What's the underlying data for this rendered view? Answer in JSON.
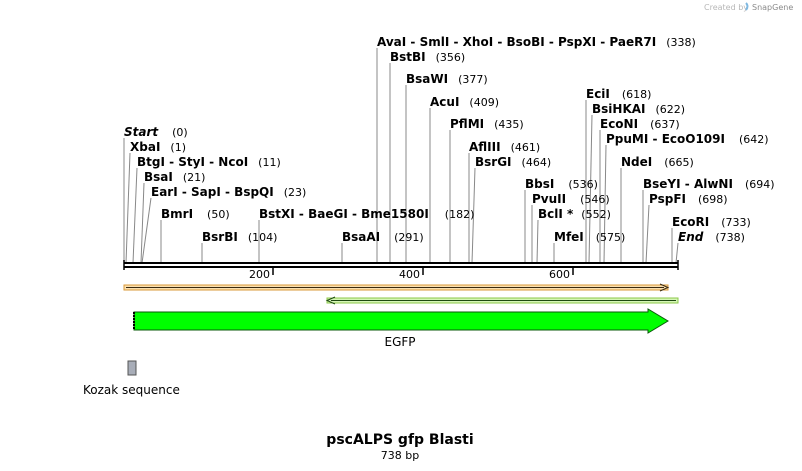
{
  "credit": {
    "created_by": "Created by",
    "brand": "SnapGene"
  },
  "plasmid": {
    "name": "pscALPS gfp Blasti",
    "length_label": "738 bp",
    "length": 738
  },
  "ruler": {
    "ticks": [
      {
        "value": 200,
        "label": "200"
      },
      {
        "value": 400,
        "label": "400"
      },
      {
        "value": 600,
        "label": "600"
      }
    ]
  },
  "features": [
    {
      "name": "EGFP",
      "type": "arrow",
      "color": "#00ff00"
    },
    {
      "name": "Kozak sequence",
      "type": "box",
      "color": "#a8adb8"
    }
  ],
  "sites": [
    {
      "names": [
        "AvaI",
        "SmlI",
        "XhoI",
        "BsoBI",
        "PspXI",
        "PaeR7I"
      ],
      "pos": 338,
      "pos_label": "(338)"
    },
    {
      "names": [
        "BstBI"
      ],
      "pos": 356,
      "pos_label": "(356)"
    },
    {
      "names": [
        "BsaWI"
      ],
      "pos": 377,
      "pos_label": "(377)"
    },
    {
      "names": [
        "AcuI"
      ],
      "pos": 409,
      "pos_label": "(409)"
    },
    {
      "names": [
        "PflMI"
      ],
      "pos": 435,
      "pos_label": "(435)"
    },
    {
      "names": [
        "AflIII"
      ],
      "pos": 461,
      "pos_label": "(461)"
    },
    {
      "names": [
        "BsrGI"
      ],
      "pos": 464,
      "pos_label": "(464)"
    },
    {
      "names": [
        "Start"
      ],
      "pos": 0,
      "pos_label": "(0)",
      "italic": true
    },
    {
      "names": [
        "XbaI"
      ],
      "pos": 1,
      "pos_label": "(1)"
    },
    {
      "names": [
        "BtgI",
        "StyI",
        "NcoI"
      ],
      "pos": 11,
      "pos_label": "(11)"
    },
    {
      "names": [
        "BsaI"
      ],
      "pos": 21,
      "pos_label": "(21)"
    },
    {
      "names": [
        "EarI",
        "SapI",
        "BspQI"
      ],
      "pos": 23,
      "pos_label": "(23)"
    },
    {
      "names": [
        "BmrI"
      ],
      "pos": 50,
      "pos_label": "(50)"
    },
    {
      "names": [
        "BstXI",
        "BaeGI",
        "Bme1580I"
      ],
      "pos": 182,
      "pos_label": "(182)"
    },
    {
      "names": [
        "BsrBI"
      ],
      "pos": 104,
      "pos_label": "(104)"
    },
    {
      "names": [
        "BsaAI"
      ],
      "pos": 291,
      "pos_label": "(291)"
    },
    {
      "names": [
        "EciI"
      ],
      "pos": 618,
      "pos_label": "(618)"
    },
    {
      "names": [
        "BsiHKAI"
      ],
      "pos": 622,
      "pos_label": "(622)"
    },
    {
      "names": [
        "EcoNI"
      ],
      "pos": 637,
      "pos_label": "(637)"
    },
    {
      "names": [
        "PpuMI",
        "EcoO109I"
      ],
      "pos": 642,
      "pos_label": "(642)"
    },
    {
      "names": [
        "NdeI"
      ],
      "pos": 665,
      "pos_label": "(665)"
    },
    {
      "names": [
        "BseYI",
        "AlwNI"
      ],
      "pos": 694,
      "pos_label": "(694)"
    },
    {
      "names": [
        "PspFI"
      ],
      "pos": 698,
      "pos_label": "(698)"
    },
    {
      "names": [
        "EcoRI"
      ],
      "pos": 733,
      "pos_label": "(733)"
    },
    {
      "names": [
        "End"
      ],
      "pos": 738,
      "pos_label": "(738)",
      "italic": true
    },
    {
      "names": [
        "BbsI"
      ],
      "pos": 536,
      "pos_label": "(536)"
    },
    {
      "names": [
        "PvuII"
      ],
      "pos": 546,
      "pos_label": "(546)"
    },
    {
      "names": [
        "BclI *"
      ],
      "pos": 552,
      "pos_label": "(552)"
    },
    {
      "names": [
        "MfeI"
      ],
      "pos": 575,
      "pos_label": "(575)"
    }
  ]
}
